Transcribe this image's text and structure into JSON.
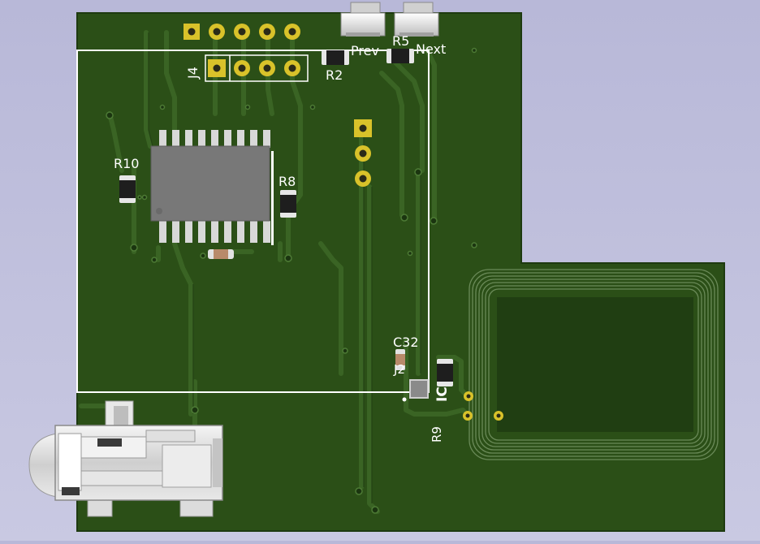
{
  "colors": {
    "background": "#c0c0dc",
    "board": "#2b4f17",
    "board_edge": "#1e3a10",
    "trace": "#3a6424",
    "trace_shadow": "#234214",
    "silkscreen": "#ffffff",
    "pad_gold": "#d9c22a",
    "ic_body": "#777777",
    "ic_pin": "#d8d8d8",
    "coil": "#6a8a58",
    "coil_inner": "#203e12"
  },
  "labels": {
    "prev": "Prev",
    "next": "Next",
    "r2": "R2",
    "r5": "R5",
    "j4": "J4",
    "r10": "R10",
    "r8": "R8",
    "c32": "C32",
    "j2": "J2",
    "ic": "IC",
    "r9": "R9"
  }
}
